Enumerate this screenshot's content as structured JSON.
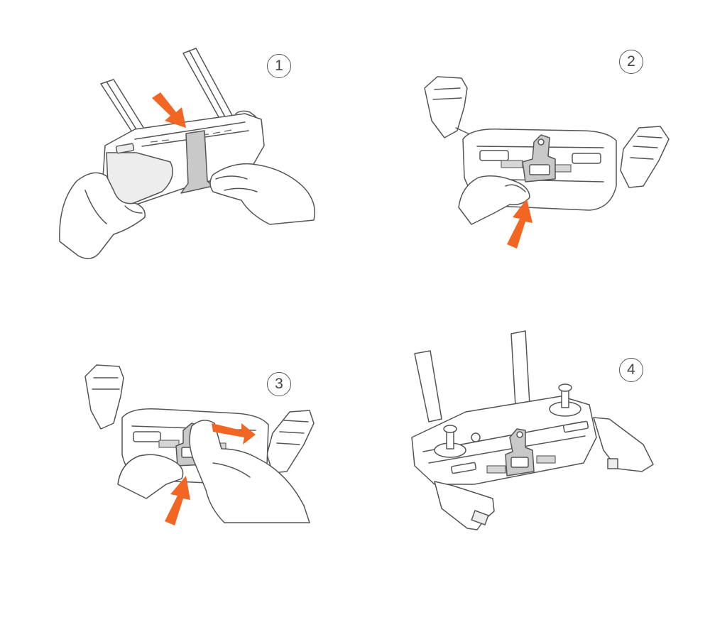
{
  "steps": [
    {
      "number": "1"
    },
    {
      "number": "2"
    },
    {
      "number": "3"
    },
    {
      "number": "4"
    }
  ],
  "colors": {
    "arrow": "#f26522",
    "line": "#555555",
    "fill": "#ededed"
  }
}
